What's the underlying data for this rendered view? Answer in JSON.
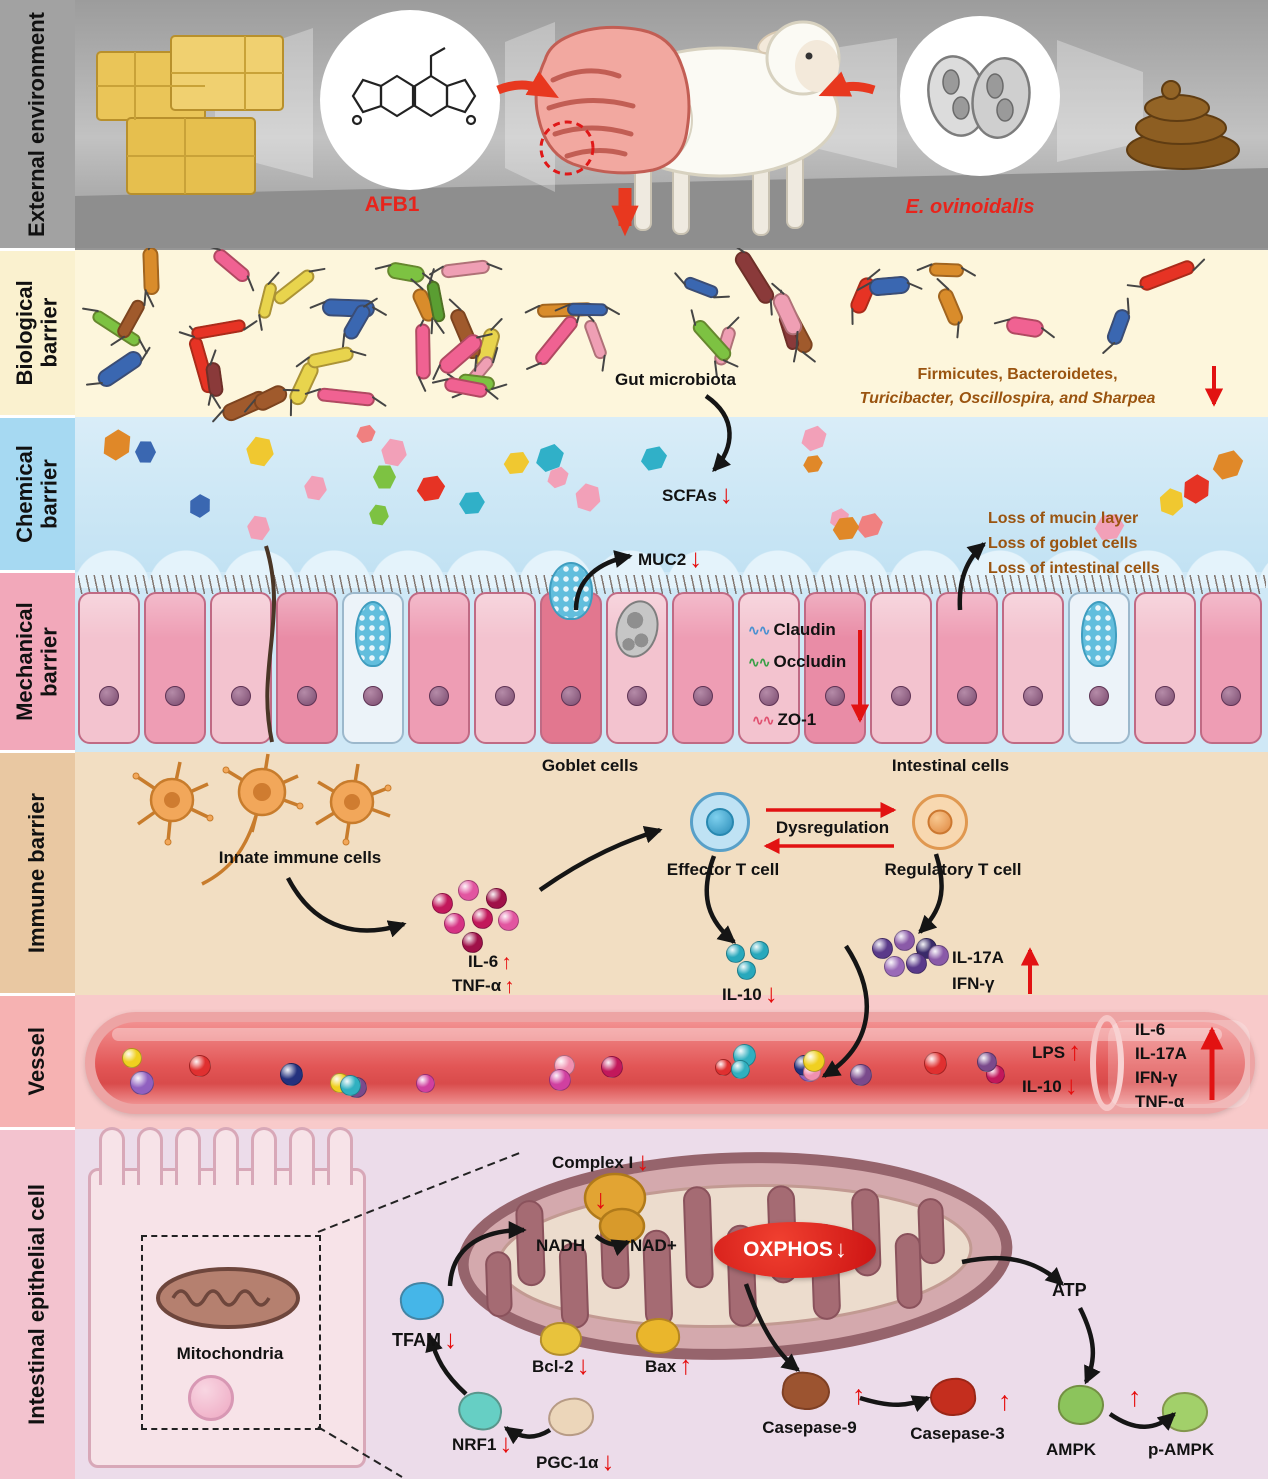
{
  "icons": {
    "up_arrow": "↑",
    "down_arrow": "↓",
    "wave": "∿∿"
  },
  "sidebar": [
    {
      "label": "External environment"
    },
    {
      "label": "Biological barrier"
    },
    {
      "label": "Chemical barrier"
    },
    {
      "label": "Mechanical barrier"
    },
    {
      "label": "Immune barrier"
    },
    {
      "label": "Vessel"
    },
    {
      "label": "Intestinal epithelial cell"
    }
  ],
  "external": {
    "afb1": "AFB1",
    "e_ovinoidalis": "E. ovinoidalis"
  },
  "biological": {
    "gut_microbiota": "Gut microbiota",
    "flora_line1": "Firmicutes, Bacteroidetes,",
    "flora_line2": "Turicibacter, Oscillospira, and Sharpea"
  },
  "chemical": {
    "scfas": "SCFAs",
    "loss_line1": "Loss of  mucin layer",
    "loss_line2": "Loss of goblet cells",
    "loss_line3": "Loss of intestinal cells"
  },
  "mechanical": {
    "muc2": "MUC2",
    "claudin": "Claudin",
    "occludin": "Occludin",
    "zo1": "ZO-1",
    "goblet_cells": "Goblet cells",
    "intestinal_cells": "Intestinal cells"
  },
  "immune": {
    "innate": "Innate immune cells",
    "il6": "IL-6",
    "tnf_a": "TNF-α",
    "effector": "Effector T cell",
    "dysregulation": "Dysregulation",
    "regulatory": "Regulatory T cell",
    "il10": "IL-10",
    "il17a": "IL-17A",
    "ifn_g": "IFN-γ"
  },
  "vessel": {
    "lps": "LPS",
    "il10": "IL-10",
    "cytokines": [
      "IL-6",
      "IL-17A",
      "IFN-γ",
      "TNF-α"
    ]
  },
  "epithelial": {
    "mitochondria": "Mitochondria",
    "complex1": "Complex I",
    "nadh": "NADH",
    "nad": "NAD+",
    "oxphos": "OXPHOS",
    "tfam": "TFAM",
    "bcl2": "Bcl-2",
    "bax": "Bax",
    "nrf1": "NRF1",
    "pgc1a": "PGC-1α",
    "casp9": "Casepase-9",
    "casp3": "Casepase-3",
    "atp": "ATP",
    "ampk": "AMPK",
    "p_ampk": "p-AMPK"
  },
  "decor": {
    "bacteria_colors": [
      "#7dc242",
      "#e63324",
      "#3a67b1",
      "#ef9fb4",
      "#e8d44d",
      "#a05a2c",
      "#d98c2b",
      "#8a3a3a",
      "#f06292",
      "#5a9e32"
    ],
    "hexagon_colors": [
      "#e63324",
      "#7dc242",
      "#f0c830",
      "#3a67b1",
      "#f2a0b8",
      "#e08828",
      "#30b0c8",
      "#f08080"
    ],
    "vessel_ball_colors": [
      "#7a4a8c",
      "#30b0c0",
      "#f0d020",
      "#e03030",
      "#d040a0",
      "#24317e",
      "#f090b0",
      "#9060c0",
      "#c2185b"
    ],
    "immune_ball_colors": [
      "#c2185b",
      "#e255a0",
      "#a01048",
      "#d63384"
    ],
    "il10_ball_color": "#28a8bc",
    "treg_ball_colors": [
      "#5a3a8a",
      "#8a5aa8",
      "#3a2a6a",
      "#9a6ab8"
    ]
  }
}
